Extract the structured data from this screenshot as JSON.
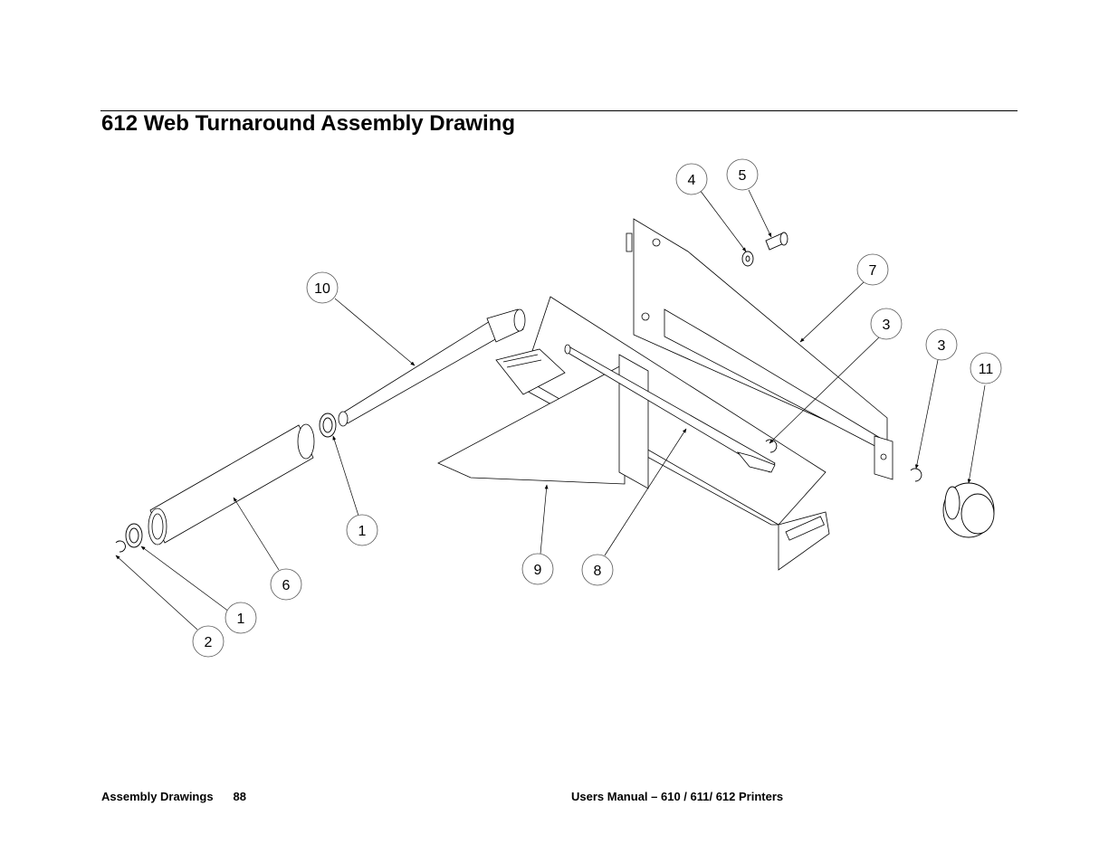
{
  "page": {
    "title": "612 Web Turnaround Assembly Drawing",
    "footer_section": "Assembly Drawings",
    "footer_page": "88",
    "footer_manual": "Users Manual – 610 / 611/ 612 Printers"
  },
  "callouts": [
    "4",
    "5",
    "10",
    "7",
    "3",
    "3",
    "11",
    "1",
    "6",
    "1",
    "2",
    "9",
    "8"
  ]
}
